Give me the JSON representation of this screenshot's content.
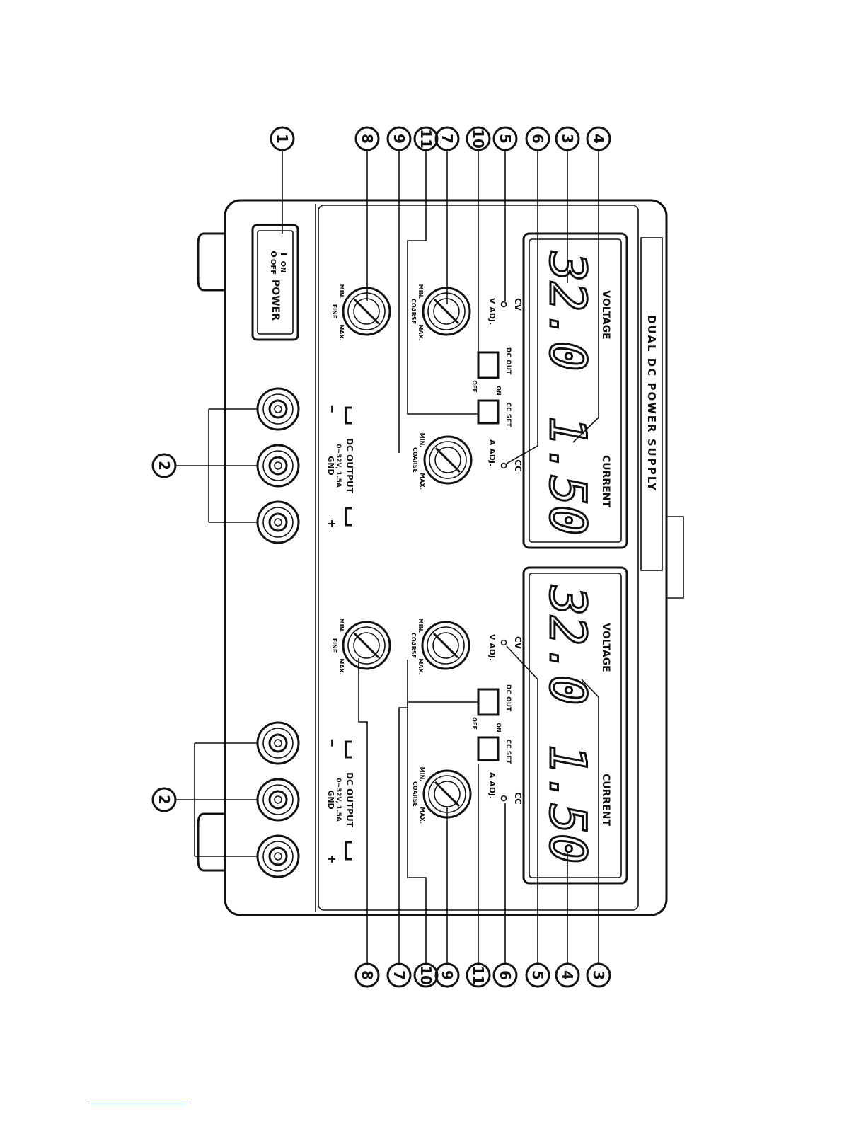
{
  "panel": {
    "title": "DUAL DC POWER SUPPLY",
    "power": {
      "label": "POWER",
      "on": "ON",
      "off": "OFF",
      "on_mark": "I",
      "off_mark": "O"
    }
  },
  "channel": {
    "voltage_label": "VOLTAGE",
    "current_label": "CURRENT",
    "voltage_reading": "32.0",
    "current_reading": "1.50",
    "cv": "CV",
    "cc": "CC",
    "v_adj": "V ADJ.",
    "a_adj": "A ADJ.",
    "dc_out": "DC OUT",
    "cc_set": "CC SET",
    "on": "ON",
    "off": "OFF",
    "min": "MIN.",
    "max": "MAX.",
    "coarse": "COARSE",
    "fine": "FINE",
    "output_label": "DC OUTPUT",
    "output_rating": "0~32V, 1.5A",
    "minus": "−",
    "gnd": "GND",
    "plus": "+"
  },
  "callouts": {
    "top": [
      "8",
      "9",
      "11",
      "7",
      "10",
      "5",
      "6",
      "3",
      "4"
    ],
    "bottom": [
      "8",
      "7",
      "10",
      "9",
      "11",
      "6",
      "5",
      "4",
      "3"
    ],
    "power": "1",
    "terminals_left": "2",
    "terminals_right": "2"
  }
}
